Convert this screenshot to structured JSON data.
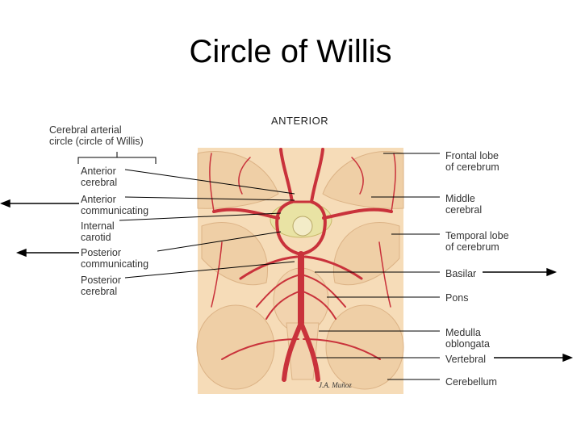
{
  "title": "Circle of Willis",
  "diagram": {
    "orientation": "ANTERIOR",
    "group_label": "Cerebral arterial\ncircle (circle of Willis)",
    "left_labels": [
      "Anterior\ncerebral",
      "Anterior\ncommunicating",
      "Internal\ncarotid",
      "Posterior\ncommunicating",
      "Posterior\ncerebral"
    ],
    "right_labels": [
      "Frontal lobe\nof cerebrum",
      "Middle\ncerebral",
      "Temporal lobe\nof cerebrum",
      "Basilar",
      "Pons",
      "Medulla\noblongata",
      "Vertebral",
      "Cerebellum"
    ],
    "signature": "J.A. Muñoz",
    "colors": {
      "tissue": "#f6dcb8",
      "artery": "#c9323b",
      "leader": "#000000"
    }
  }
}
